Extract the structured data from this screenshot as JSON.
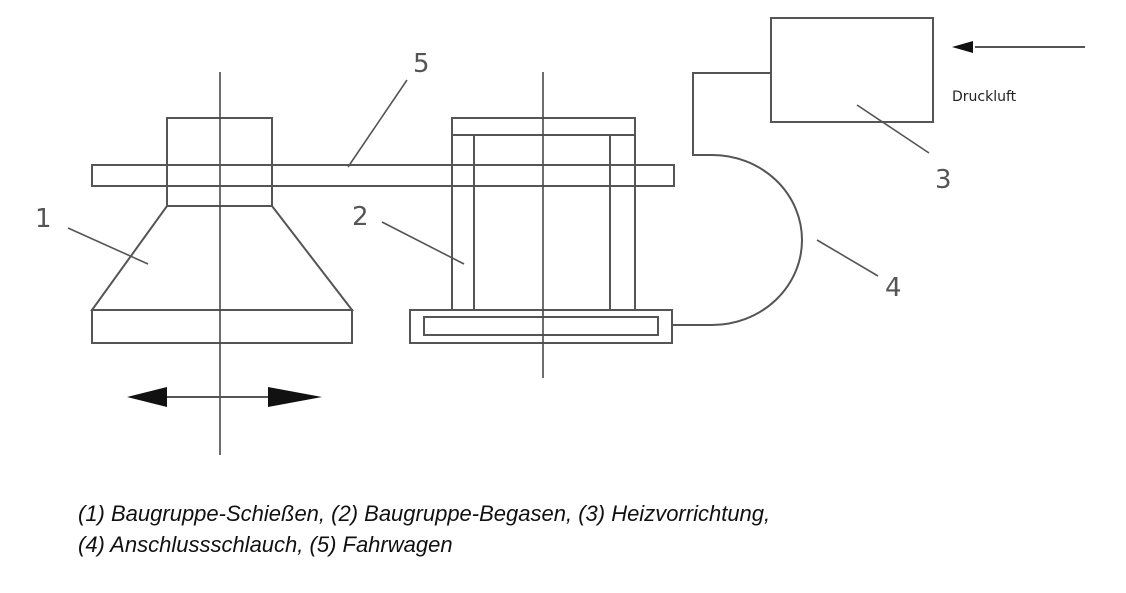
{
  "labels": {
    "part1": "1",
    "part2": "2",
    "part3": "3",
    "part4": "4",
    "part5": "5",
    "compressed_air": "Druckluft"
  },
  "caption": {
    "line1": "(1) Baugruppe-Schießen, (2) Baugruppe-Begasen, (3) Heizvorrichtung,",
    "line2": "(4) Anschlussschlauch, (5) Fahrwagen"
  },
  "colors": {
    "line": "#555555",
    "arrow": "#111111",
    "caption_text": "#111111"
  }
}
